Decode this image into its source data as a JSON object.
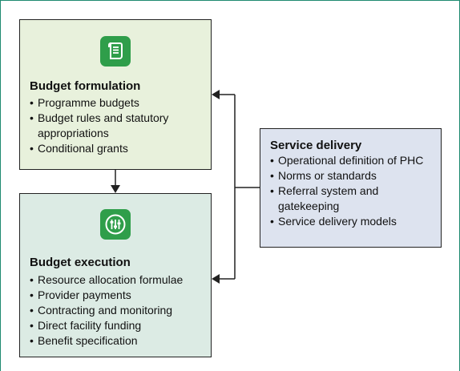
{
  "colors": {
    "frame": "#1f8a70",
    "icon_tile": "#2f9e4a",
    "formulation_bg": "#e8f1dc",
    "execution_bg": "#dcebe4",
    "delivery_bg": "#dde3ef",
    "line": "#222222"
  },
  "budget_formulation": {
    "icon": "document-scroll-icon",
    "title": "Budget formulation",
    "items": [
      "Programme budgets",
      "Budget rules and statutory appropriations",
      "Conditional grants"
    ]
  },
  "budget_execution": {
    "icon": "sliders-icon",
    "title": "Budget execution",
    "items": [
      "Resource allocation formulae",
      "Provider payments",
      "Contracting and monitoring",
      "Direct facility funding",
      "Benefit specification"
    ]
  },
  "service_delivery": {
    "title": "Service delivery",
    "items": [
      "Operational definition of PHC",
      "Norms or standards",
      "Referral system and gatekeeping",
      "Service delivery models"
    ]
  },
  "connections": [
    {
      "from": "budget_formulation",
      "to": "budget_execution"
    },
    {
      "from": "service_delivery",
      "to": "budget_formulation"
    },
    {
      "from": "service_delivery",
      "to": "budget_execution"
    }
  ]
}
